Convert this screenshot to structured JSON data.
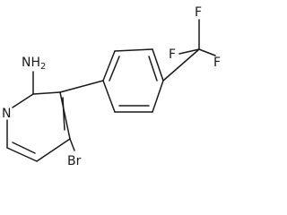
{
  "molecule": {
    "atoms": {
      "amine": "NH",
      "amine_subscript": "2",
      "ring_nitrogen": "N",
      "bromine": "Br",
      "fluorine_top": "F",
      "fluorine_left": "F",
      "fluorine_right": "F"
    }
  }
}
